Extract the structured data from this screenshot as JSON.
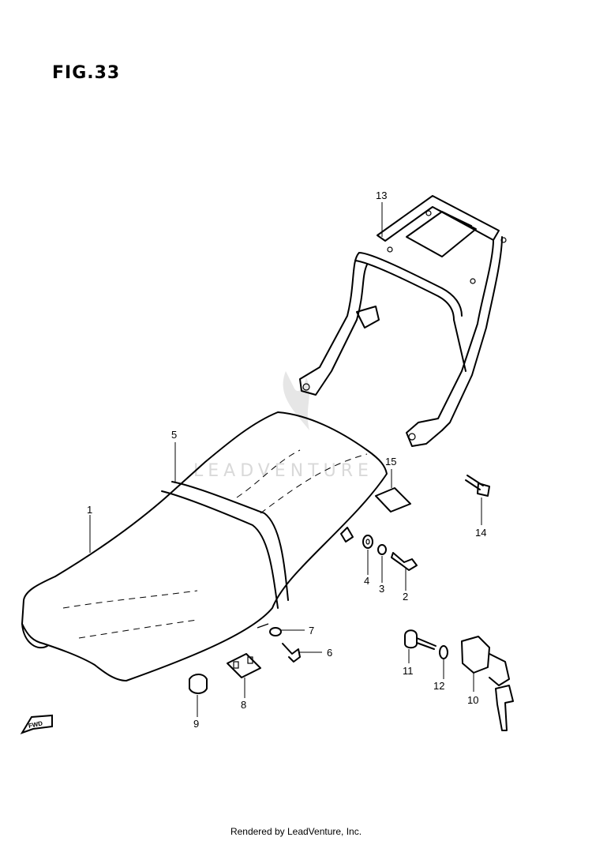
{
  "figure": {
    "title": "FIG.33"
  },
  "watermark": {
    "text": "LEADVENTURE"
  },
  "callouts": [
    {
      "id": "1",
      "label": "1"
    },
    {
      "id": "2",
      "label": "2"
    },
    {
      "id": "3",
      "label": "3"
    },
    {
      "id": "4",
      "label": "4"
    },
    {
      "id": "5",
      "label": "5"
    },
    {
      "id": "6",
      "label": "6"
    },
    {
      "id": "7",
      "label": "7"
    },
    {
      "id": "8",
      "label": "8"
    },
    {
      "id": "9",
      "label": "9"
    },
    {
      "id": "10",
      "label": "10"
    },
    {
      "id": "11",
      "label": "11"
    },
    {
      "id": "12",
      "label": "12"
    },
    {
      "id": "13",
      "label": "13"
    },
    {
      "id": "14",
      "label": "14"
    },
    {
      "id": "15",
      "label": "15"
    }
  ],
  "direction_marker": {
    "text": "FWD",
    "icon": "forward-arrow-icon"
  },
  "footer": {
    "text": "Rendered by LeadVenture, Inc."
  }
}
